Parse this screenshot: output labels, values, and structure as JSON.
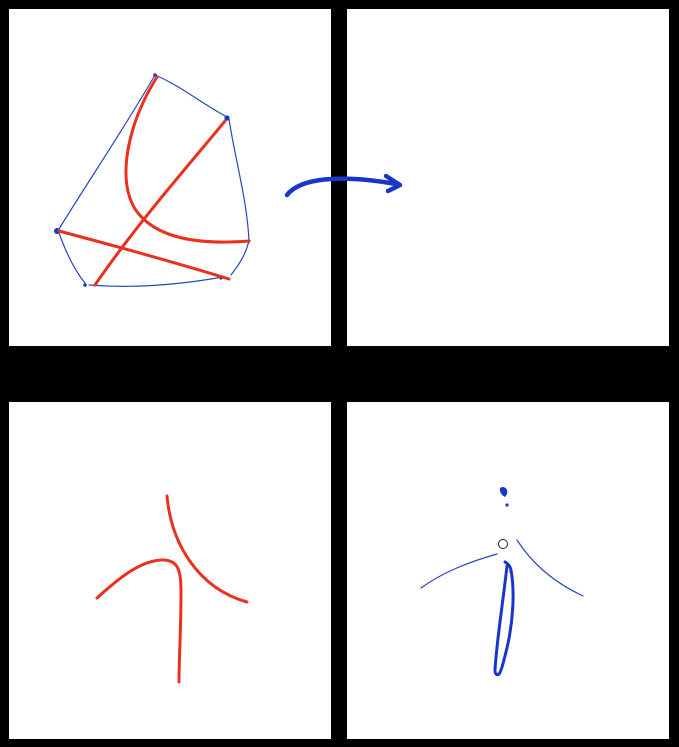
{
  "colors": {
    "background": "#000000",
    "panel": "#ffffff",
    "red_stroke": "#e8321e",
    "blue_stroke": "#1837c9",
    "blue_thin": "#2a45c4"
  },
  "panels": [
    {
      "id": "top-left",
      "content": "polygon-with-red-curves"
    },
    {
      "id": "top-right",
      "content": "empty"
    },
    {
      "id": "bottom-left",
      "content": "red-curves"
    },
    {
      "id": "bottom-right",
      "content": "blue-figure"
    }
  ],
  "icons": {
    "transition_arrow": "curved-arrow-right-icon"
  }
}
